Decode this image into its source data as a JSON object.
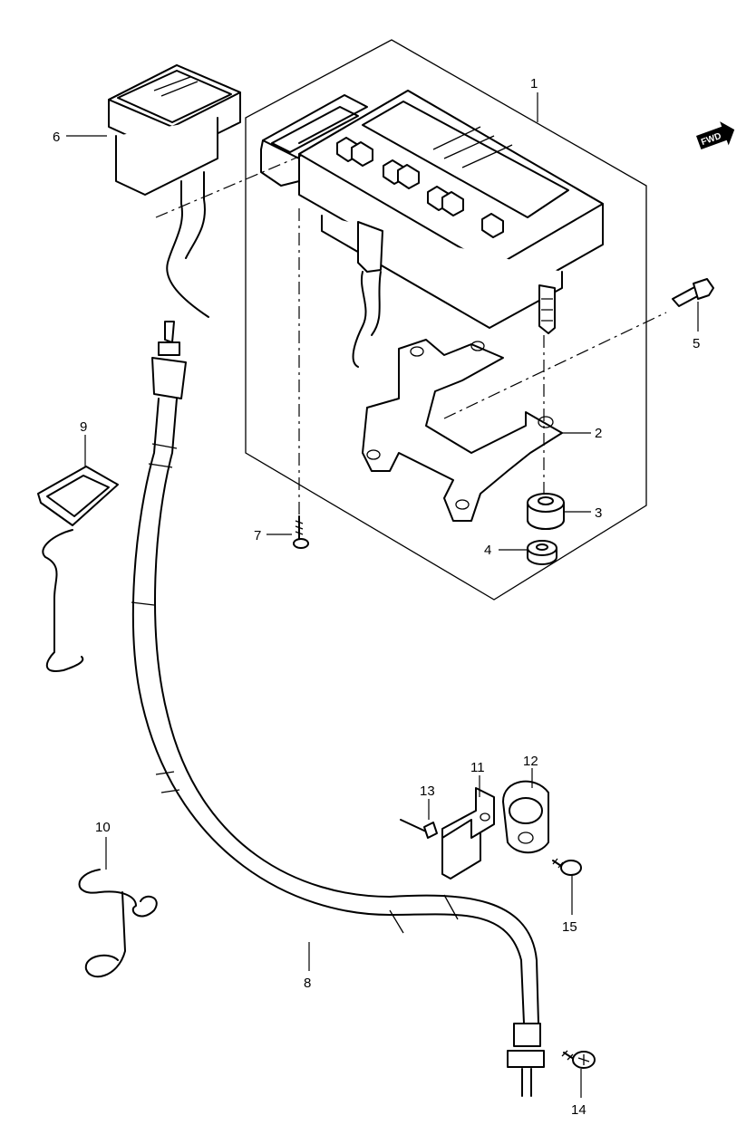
{
  "diagram": {
    "direction_badge": "FWD",
    "callouts": [
      {
        "id": "1",
        "text": "1"
      },
      {
        "id": "2",
        "text": "2"
      },
      {
        "id": "3",
        "text": "3"
      },
      {
        "id": "4",
        "text": "4"
      },
      {
        "id": "5",
        "text": "5"
      },
      {
        "id": "6",
        "text": "6"
      },
      {
        "id": "7",
        "text": "7"
      },
      {
        "id": "8",
        "text": "8"
      },
      {
        "id": "9",
        "text": "9"
      },
      {
        "id": "10",
        "text": "10"
      },
      {
        "id": "11",
        "text": "11"
      },
      {
        "id": "12",
        "text": "12"
      },
      {
        "id": "13",
        "text": "13"
      },
      {
        "id": "14",
        "text": "14"
      },
      {
        "id": "15",
        "text": "15"
      }
    ]
  }
}
